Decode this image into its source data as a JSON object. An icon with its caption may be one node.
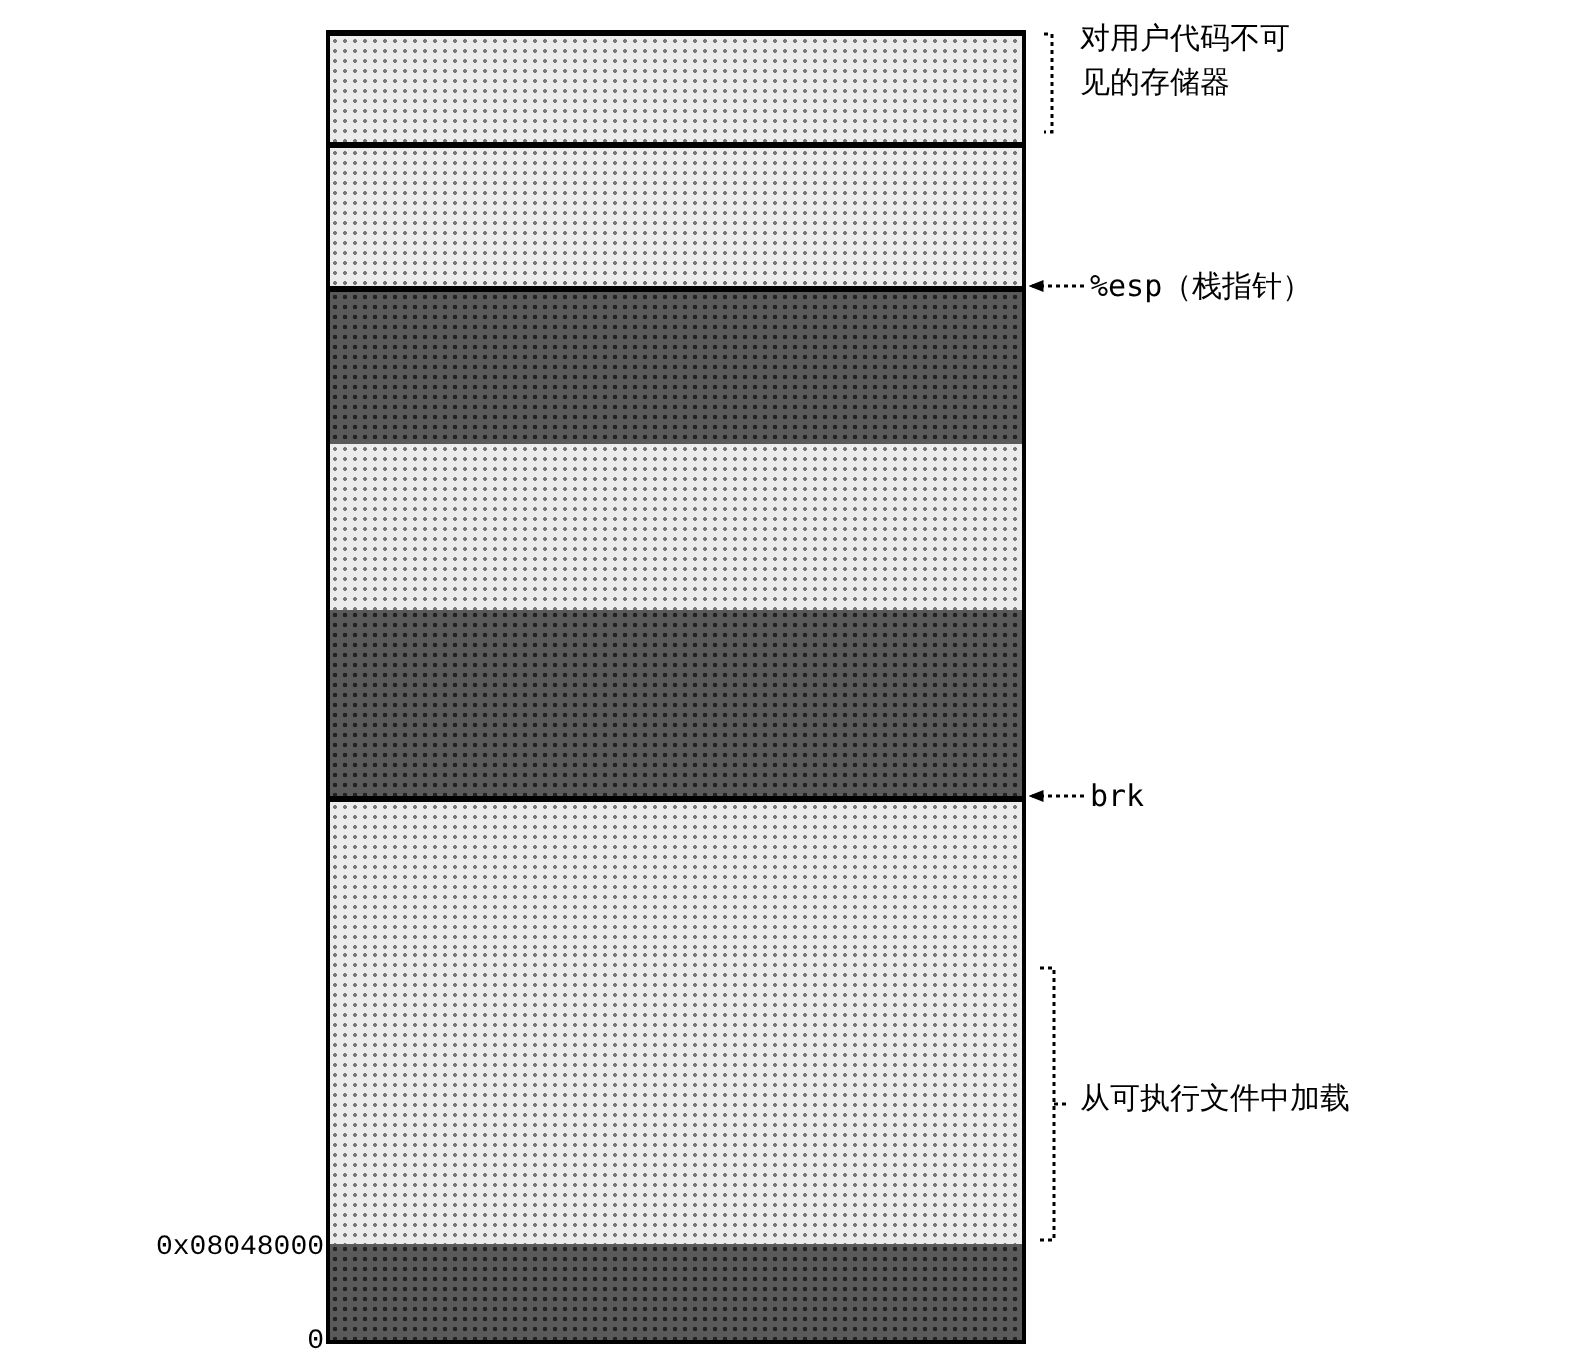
{
  "diagram": {
    "nodes": [
      {
        "text": [],
        "shape": "box"
      },
      {
        "text": [],
        "shape": "box"
      },
      {
        "text": [],
        "shape": "box"
      },
      {
        "text": [],
        "shape": "box"
      },
      {
        "text": [],
        "shape": "box"
      },
      {
        "text": [],
        "shape": "box"
      },
      {
        "text": [],
        "shape": "box"
      },
      {
        "text": [],
        "shape": "box"
      },
      {
        "text": [],
        "shape": "box"
      },
      {
        "text": [
          "%esp（栈指针）"
        ]
      },
      {
        "text": [
          "brk"
        ]
      }
    ],
    "edges": [
      {
        "from": 9,
        "to": 1,
        "arrow": "to",
        "style": "dashed"
      },
      {
        "from": 10,
        "to": 5,
        "arrow": "to",
        "style": "dashed"
      }
    ],
    "labels": [
      "对用户代码不可见的存储器",
      "从可执行文件中加载",
      "0x08048000",
      "0"
    ]
  }
}
